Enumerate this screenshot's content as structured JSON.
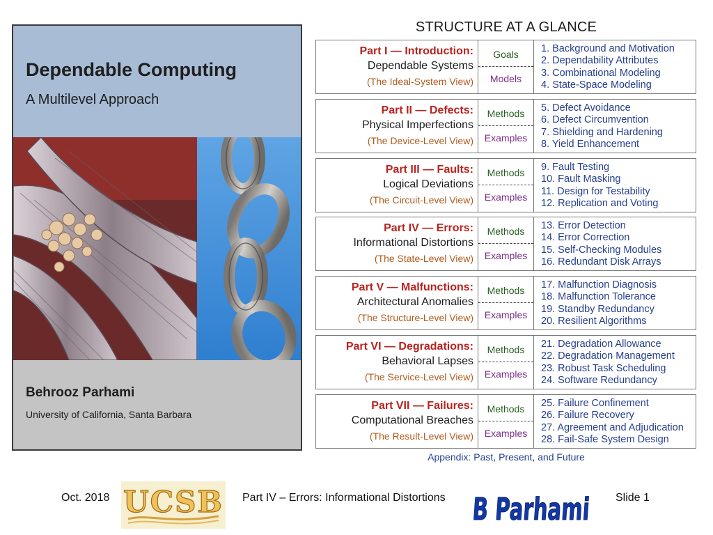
{
  "cover": {
    "title": "Dependable Computing",
    "subtitle": "A Multilevel Approach",
    "author": "Behrooz Parhami",
    "affiliation": "University of California, Santa Barbara"
  },
  "structure": {
    "title": "STRUCTURE AT A GLANCE",
    "parts": [
      {
        "heading": "Part I — Introduction:",
        "subtitle": "Dependable Systems",
        "view": "(The Ideal-System View)",
        "top_label": "Goals",
        "bottom_label": "Models",
        "chapters": [
          "1. Background and Motivation",
          "2. Dependability Attributes",
          "3. Combinational Modeling",
          "4. State-Space Modeling"
        ]
      },
      {
        "heading": "Part II — Defects:",
        "subtitle": "Physical Imperfections",
        "view": "(The Device-Level View)",
        "top_label": "Methods",
        "bottom_label": "Examples",
        "chapters": [
          "5. Defect Avoidance",
          "6. Defect Circumvention",
          "7. Shielding and Hardening",
          "8. Yield Enhancement"
        ]
      },
      {
        "heading": "Part III — Faults:",
        "subtitle": "Logical Deviations",
        "view": "(The Circuit-Level View)",
        "top_label": "Methods",
        "bottom_label": "Examples",
        "chapters": [
          "9. Fault Testing",
          "10. Fault Masking",
          "11. Design for Testability",
          "12. Replication and Voting"
        ]
      },
      {
        "heading": "Part IV — Errors:",
        "subtitle": "Informational Distortions",
        "view": "(The State-Level View)",
        "top_label": "Methods",
        "bottom_label": "Examples",
        "chapters": [
          "13. Error Detection",
          "14. Error Correction",
          "15. Self-Checking Modules",
          "16. Redundant Disk Arrays"
        ]
      },
      {
        "heading": "Part V — Malfunctions:",
        "subtitle": "Architectural Anomalies",
        "view": "(The Structure-Level View)",
        "top_label": "Methods",
        "bottom_label": "Examples",
        "chapters": [
          "17. Malfunction Diagnosis",
          "18. Malfunction Tolerance",
          "19. Standby Redundancy",
          "20. Resilient Algorithms"
        ]
      },
      {
        "heading": "Part VI — Degradations:",
        "subtitle": "Behavioral Lapses",
        "view": "(The Service-Level View)",
        "top_label": "Methods",
        "bottom_label": "Examples",
        "chapters": [
          "21. Degradation Allowance",
          "22. Degradation Management",
          "23. Robust Task Scheduling",
          "24. Software Redundancy"
        ]
      },
      {
        "heading": "Part VII — Failures:",
        "subtitle": "Computational Breaches",
        "view": "(The Result-Level View)",
        "top_label": "Methods",
        "bottom_label": "Examples",
        "chapters": [
          "25. Failure Confinement",
          "26. Failure Recovery",
          "27. Agreement and Adjudication",
          "28. Fail-Safe System Design"
        ]
      }
    ],
    "appendix": "Appendix: Past, Present, and Future"
  },
  "footer": {
    "date": "Oct. 2018",
    "ucsb_logo_text": "UCSB",
    "title": "Part IV – Errors: Informational Distortions",
    "author_logo_text": "B Parhami",
    "slide": "Slide 1"
  },
  "colors": {
    "cover_top": "#a8bcd6",
    "cover_bottom": "#c4c4c4",
    "part_heading": "#b8231e",
    "view_label": "#b15b1d",
    "goals_methods": "#275f21",
    "models_examples": "#7c2c8a",
    "chapters": "#263f8f",
    "bp_logo": "#1238a8"
  }
}
